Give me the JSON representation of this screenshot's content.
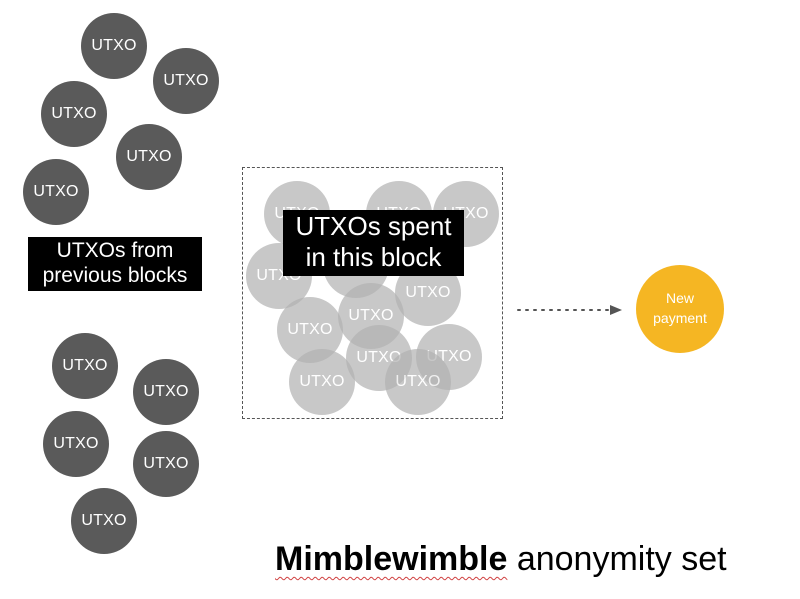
{
  "utxo_label": "UTXO",
  "previous_blocks_label": [
    "UTXOs from",
    "previous blocks"
  ],
  "spent_label": [
    "UTXOs spent",
    "in this block"
  ],
  "new_payment_label": [
    "New",
    "payment"
  ],
  "caption": {
    "bold": "Mimblewimble",
    "rest": " anonymity set"
  },
  "colors": {
    "utxo_dark": "#5a5a5a",
    "utxo_spent": "#b3b3b3",
    "new_payment": "#f5b623",
    "label_background": "#000000"
  }
}
